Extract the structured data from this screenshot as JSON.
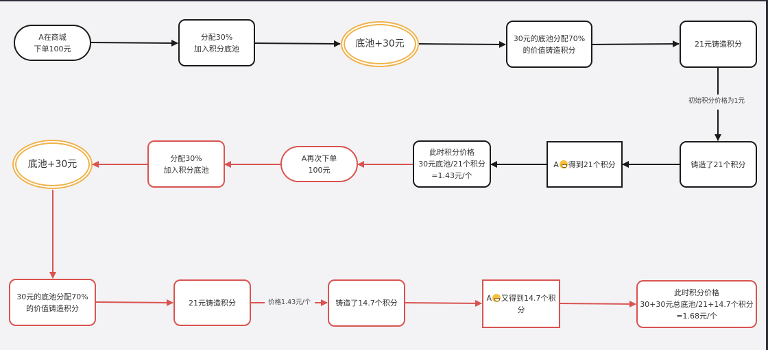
{
  "colors": {
    "background": "#f3f3f6",
    "black_stroke": "#1a1a1a",
    "red_stroke": "#d9534f",
    "pool_stroke": "#f0b24a"
  },
  "row1": {
    "order": "A在商城\n下单100元",
    "allocate": "分配30%\n加入积分底池",
    "pool": "底池+30元",
    "mint_alloc": "30元的底池分配70%\n的价值铸造积分",
    "mint": "21元铸造积分"
  },
  "edge_label_initial_price": "初始积分价格为1元",
  "row2": {
    "minted": "铸造了21个积分",
    "received_prefix": "A",
    "received_emoji": "grinning-face-emoji",
    "received_suffix": "得到21个积分",
    "price": "此时积分价格\n30元底池/21个积分\n=1.43元/个",
    "reorder": "A再次下单\n100元",
    "allocate": "分配30%\n加入积分底池",
    "pool": "底池+30元"
  },
  "row3": {
    "mint_alloc": "30元的底池分配70%\n的价值铸造积分",
    "mint": "21元铸造积分",
    "edge_label_price": "价格1.43元/个",
    "minted": "铸造了14.7个积分",
    "received_prefix": "A",
    "received_emoji": "grinning-face-emoji",
    "received_suffix": "又得到14.7个积\n分",
    "price": "此时积分价格\n30+30元总底池/21+14.7个积分\n=1.68元/个"
  }
}
